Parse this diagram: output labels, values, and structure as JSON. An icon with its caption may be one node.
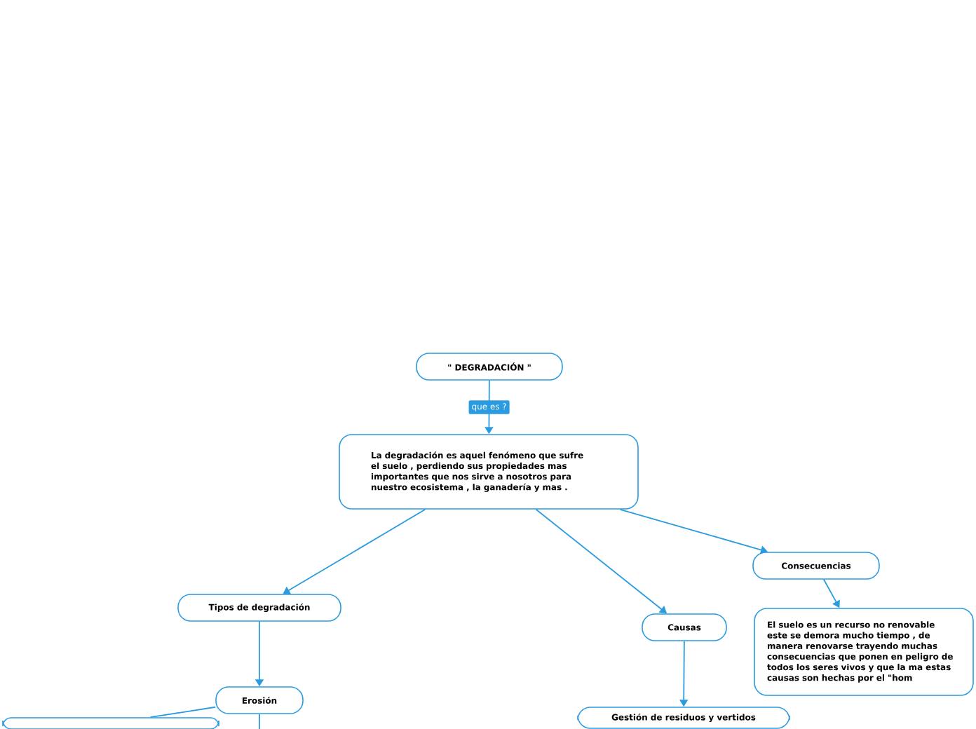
{
  "diagram": {
    "nodes": [
      {
        "text": [
          "\" DEGRADACIÓN \""
        ]
      },
      {
        "text": [
          "La degradación es aquel fenómeno que sufre el suelo , perdiendo sus propiedades mas importantes que nos sirve a nosotros para nuestro ecosistema , la ganadería y mas ."
        ]
      },
      {
        "text": [
          "Tipos de degradación"
        ]
      },
      {
        "text": [
          "Causas"
        ]
      },
      {
        "text": [
          "Consecuencias"
        ]
      },
      {
        "text": [
          "El suelo es un recurso no renovable este se demora mucho tiempo , de manera renovarse trayendo muchas consecuencias que ponen en peligro de todos los seres vivos y que la ma estas causas son hechas por el \"hom"
        ]
      },
      {
        "text": [
          "Erosión"
        ]
      },
      {
        "text": [
          "Gestión de residuos y vertidos"
        ]
      },
      {
        "text": [],
        "shape": "box"
      }
    ],
    "edges": [
      {
        "from": 0,
        "to": 1,
        "arrow": "to",
        "label": "que es ?"
      },
      {
        "from": 1,
        "to": 2,
        "arrow": "to"
      },
      {
        "from": 1,
        "to": 3,
        "arrow": "to"
      },
      {
        "from": 1,
        "to": 4,
        "arrow": "to"
      },
      {
        "from": 4,
        "to": 5,
        "arrow": "to"
      },
      {
        "from": 2,
        "to": 6,
        "arrow": "to"
      },
      {
        "from": 3,
        "to": 7,
        "arrow": "to"
      },
      {
        "from": 6,
        "to": 8,
        "arrow": "none"
      },
      {
        "from": 6,
        "to": null,
        "arrow": "none"
      }
    ]
  }
}
